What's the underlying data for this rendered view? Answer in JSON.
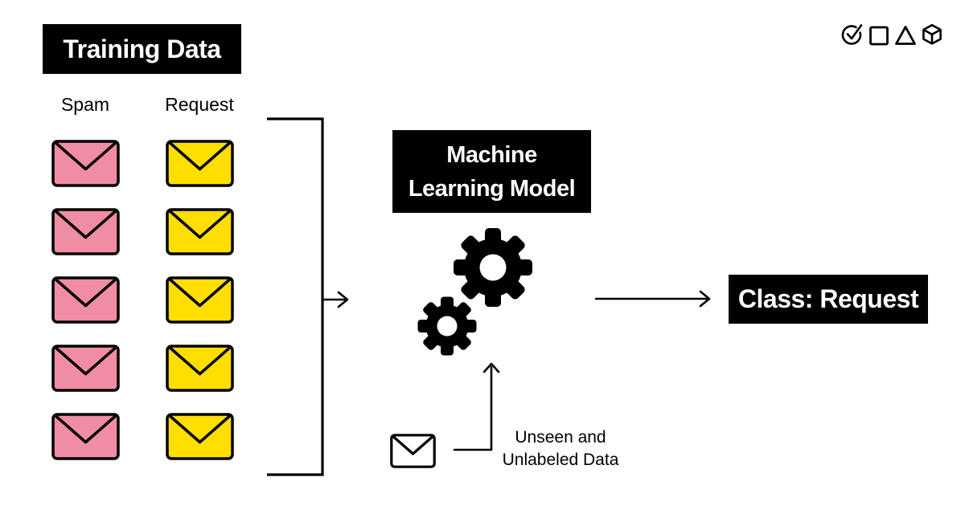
{
  "colors": {
    "background": "#ffffff",
    "ink": "#000000",
    "box_text": "#ffffff",
    "pink": "#F08CA4",
    "yellow": "#FFDE00"
  },
  "training": {
    "title": "Training Data",
    "columns": [
      {
        "id": "spam",
        "label": "Spam",
        "envelope_color": "#F08CA4",
        "envelope_count": 5
      },
      {
        "id": "request",
        "label": "Request",
        "envelope_color": "#FFDE00",
        "envelope_count": 5
      }
    ]
  },
  "model": {
    "line1": "Machine",
    "line2": "Learning Model"
  },
  "output": {
    "label": "Class: Request"
  },
  "unseen": {
    "line1": "Unseen and",
    "line2": "Unlabeled Data",
    "envelope_color": "#FFDE00"
  },
  "logo": {
    "icons": [
      "check-circle",
      "square",
      "triangle",
      "cube"
    ]
  }
}
